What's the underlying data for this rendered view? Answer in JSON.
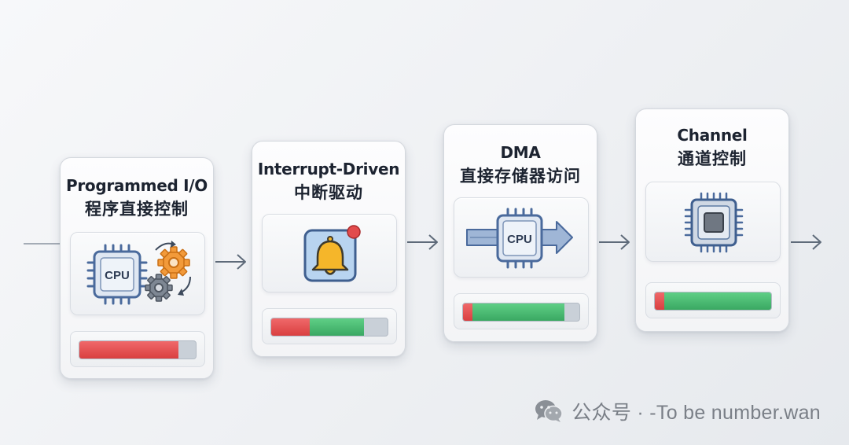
{
  "stages": [
    {
      "id": "programmed",
      "title_en": "Programmed I/O",
      "title_zh": "程序直接控制",
      "icon": "cpu-gears-icon",
      "cpu_label": "CPU",
      "cpu_share": 0.85,
      "io_share": 0.0
    },
    {
      "id": "interrupt",
      "title_en": "Interrupt-Driven",
      "title_zh": "中断驱动",
      "icon": "bell-notification-icon",
      "cpu_share": 0.33,
      "io_share": 0.47
    },
    {
      "id": "dma",
      "title_en": "DMA",
      "title_zh": "直接存储器访问",
      "icon": "cpu-dataflow-icon",
      "cpu_label": "CPU",
      "cpu_share": 0.08,
      "io_share": 0.79
    },
    {
      "id": "channel",
      "title_en": "Channel",
      "title_zh": "通道控制",
      "icon": "processor-chip-icon",
      "cpu_share": 0.08,
      "io_share": 0.92
    }
  ],
  "colors": {
    "cpu_busy": "#e24b4c",
    "io_work": "#4bbb72",
    "idle": "#c9d0d8",
    "accent_blue": "#4a6a9c",
    "bell": "#f5b62a"
  },
  "watermark": {
    "text": "公众号 · -To be number.wan",
    "icon": "wechat-icon"
  }
}
